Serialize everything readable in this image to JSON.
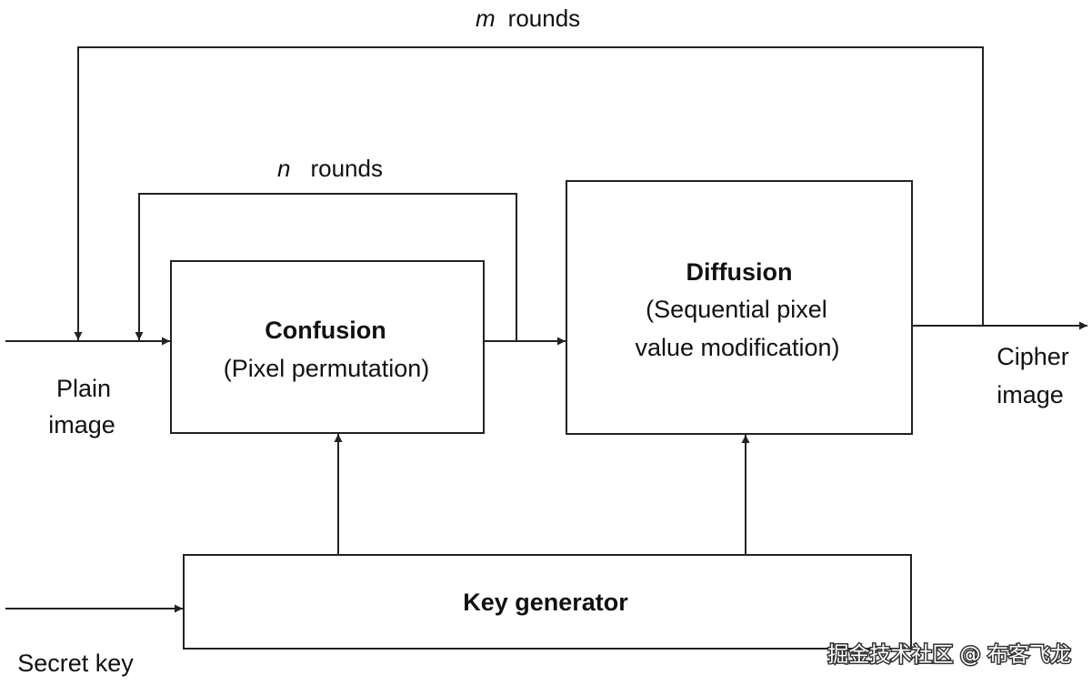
{
  "diagram": {
    "loops": {
      "outer": {
        "count": "m",
        "label": "rounds"
      },
      "inner": {
        "count": "n",
        "label": "rounds"
      }
    },
    "confusion": {
      "title": "Confusion",
      "subtitle": "(Pixel permutation)"
    },
    "diffusion": {
      "title": "Diffusion",
      "subtitle_line1": "(Sequential pixel",
      "subtitle_line2": "value modification)"
    },
    "key_generator": {
      "label": "Key generator"
    },
    "input": {
      "line1": "Plain",
      "line2": "image"
    },
    "output": {
      "line1": "Cipher",
      "line2": "image"
    },
    "secret_key": {
      "label": "Secret key"
    }
  },
  "watermark": "掘金技术社区 @ 布客飞龙",
  "colors": {
    "line": "#222222",
    "text": "#111111",
    "background": "#ffffff"
  }
}
